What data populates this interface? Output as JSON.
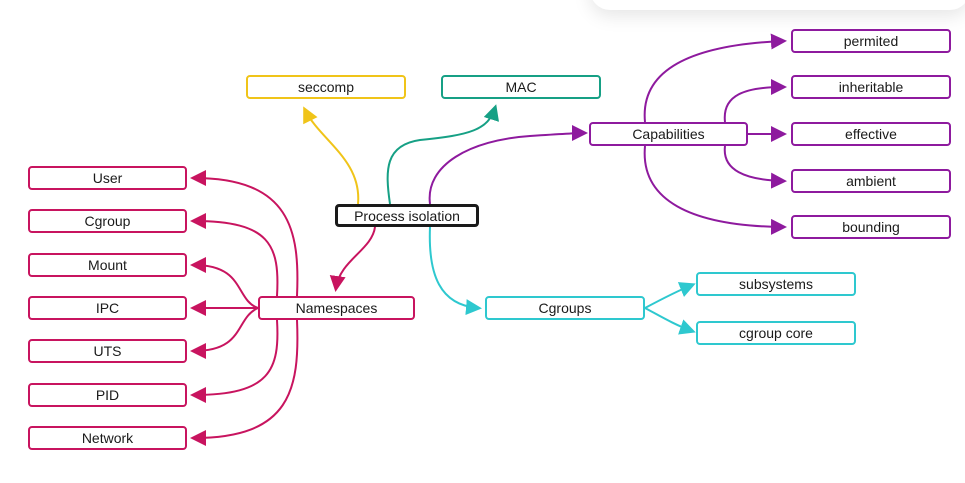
{
  "colors": {
    "root": "#1a1a1a",
    "seccomp": "#f0c419",
    "mac": "#16a085",
    "capabilities": "#8e1a9e",
    "namespaces": "#c8145f",
    "cgroups": "#2ec8cf"
  },
  "root": {
    "label": "Process isolation"
  },
  "seccomp": {
    "label": "seccomp"
  },
  "mac": {
    "label": "MAC"
  },
  "capabilities": {
    "label": "Capabilities",
    "items": [
      "permited",
      "inheritable",
      "effective",
      "ambient",
      "bounding"
    ]
  },
  "namespaces": {
    "label": "Namespaces",
    "items": [
      "User",
      "Cgroup",
      "Mount",
      "IPC",
      "UTS",
      "PID",
      "Network"
    ]
  },
  "cgroups": {
    "label": "Cgroups",
    "items": [
      "subsystems",
      "cgroup core"
    ]
  }
}
